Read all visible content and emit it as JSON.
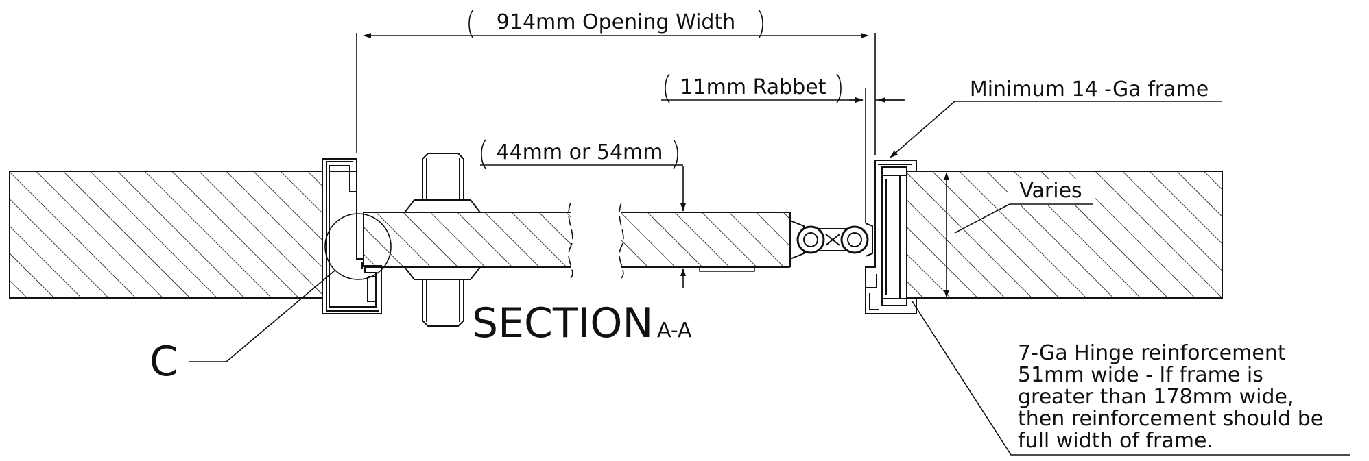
{
  "labels": {
    "opening_width": "914mm Opening Width",
    "rabbet": "11mm Rabbet",
    "door_thickness": "44mm or 54mm",
    "frame": "Minimum 14 -Ga frame",
    "varies": "Varies",
    "section": "SECTION",
    "section_id": "A-A",
    "callout": "C",
    "note_lines": [
      "7-Ga Hinge reinforcement",
      "51mm wide - If frame is",
      "greater than 178mm wide,",
      "then reinforcement should be",
      "full width of frame."
    ]
  }
}
